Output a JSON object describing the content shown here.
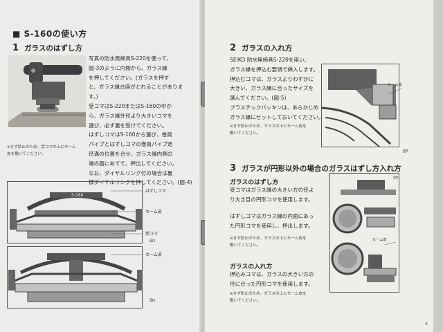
{
  "left_page": {
    "header": "S-160の使い方",
    "section1": {
      "number": "1",
      "title": "ガラスのはずし方",
      "body": "写真の防水無締具S-220を使って、\n図-3のように内側から、ガラス縁\nを押してください。(ガラスを押す\nと、ガラス縁合座がとれることがありま\nす。)\n受コマはS-220またはS-160の中か\nら、ガラス縁外径より大きいコマを\n選び、必ず裏を受けてください。\nはずしコマはS-160から選び、巻員\nパイプとはずしコマの巻員パイプ迭\n径溝の位置を合せ、ガラス縁内側の\n端の面にあてて、押出してください。\nなお、ダイヤルリング付の場合は裏\n様ダイヤルリングを押してください。(図-4)",
      "note": "※きず防止のため、受コマの上にセーム\n皮を敷いてください。"
    },
    "figure3": {
      "label_top": "S-160",
      "label_a": "はずしコマ",
      "label_b": "セーム皮",
      "label_c": "受コマ",
      "caption": "図3"
    },
    "figure4": {
      "label": "セーム皮",
      "caption": "図4"
    }
  },
  "right_page": {
    "section2": {
      "number": "2",
      "title": "ガラスの入れ方",
      "body": "SEIKO 防水無締具S-220を用い、\nガラス縁を押込む要領で挿入します。\n押込むコマは、ガラスよりわずかに\n大きい、ガラス縁に合ったサイズを\n選んでください。(図-5)\nプラスチックパッキンは、あらかじめ\nガラス縁にセットしておいてください。",
      "note": "※きず防止のため、ガラスの上にセーム皮を\n敷いてください。",
      "figure_label": "セーム皮",
      "caption": "図5"
    },
    "section3": {
      "number": "3",
      "title": "ガラスが円形以外の場合のガラスはずし方入れ方",
      "sub1_title": "ガラスのはずし方",
      "sub1_body_a": "受コマはガラス縁の大きい方の径よ\nり大き目の円形コマを使用します。",
      "sub1_body_b": "はずしコマはガラス縁の内面にあっ\nた円形コマを使用し、押出します。",
      "sub1_note": "※きず防止のため、ガラスの上にセーム皮を\n敷いてください。",
      "sub2_title": "ガラスの入れ方",
      "sub2_body": "押込みコマは、ガラスの大きい方の\n径に合った円形コマを使用します。",
      "sub2_note": "※きず防止のため、ガラスの上にセーム皮を\n敷いてください。",
      "figure_label": "セーム皮",
      "caption": "図6"
    },
    "page_number": "4"
  }
}
